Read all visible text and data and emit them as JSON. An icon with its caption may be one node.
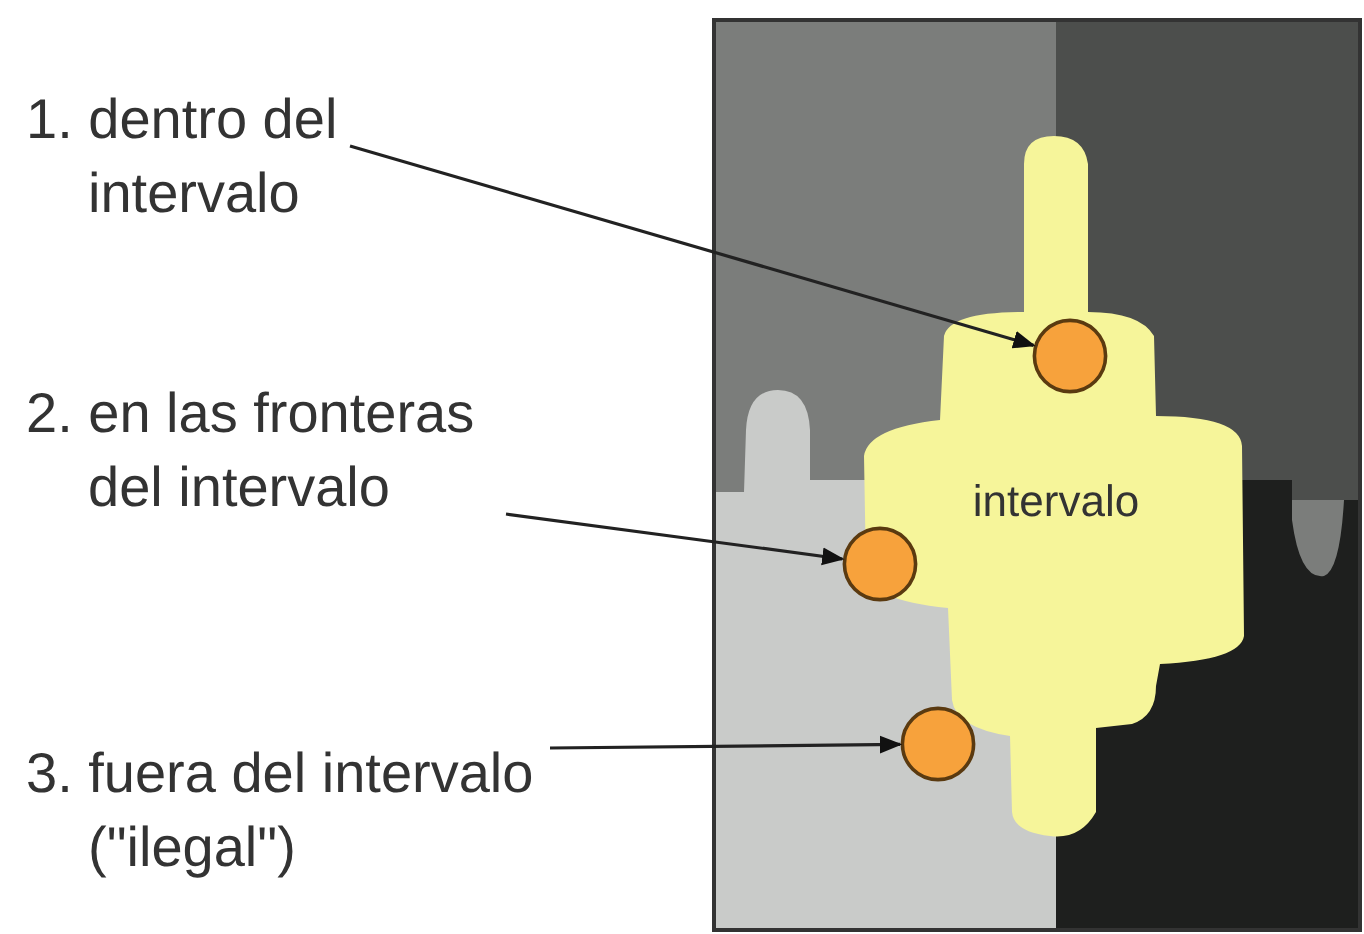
{
  "diagram": {
    "nodes": [
      {
        "text": [
          "1. dentro del intervalo"
        ]
      },
      {
        "text": [
          "2. en las fronteras del intervalo"
        ]
      },
      {
        "text": [
          "3. fuera del intervalo (\"ilegal\")"
        ]
      },
      {
        "text": [
          "intervalo"
        ]
      },
      {
        "text": [],
        "shape": "circle",
        "in": 3
      },
      {
        "text": [],
        "shape": "circle"
      },
      {
        "text": [],
        "shape": "circle"
      }
    ],
    "edges": [
      {
        "from": 0,
        "to": 4,
        "arrow": "to"
      },
      {
        "from": 1,
        "to": 5,
        "arrow": "to"
      },
      {
        "from": 2,
        "to": 6,
        "arrow": "to"
      }
    ]
  }
}
